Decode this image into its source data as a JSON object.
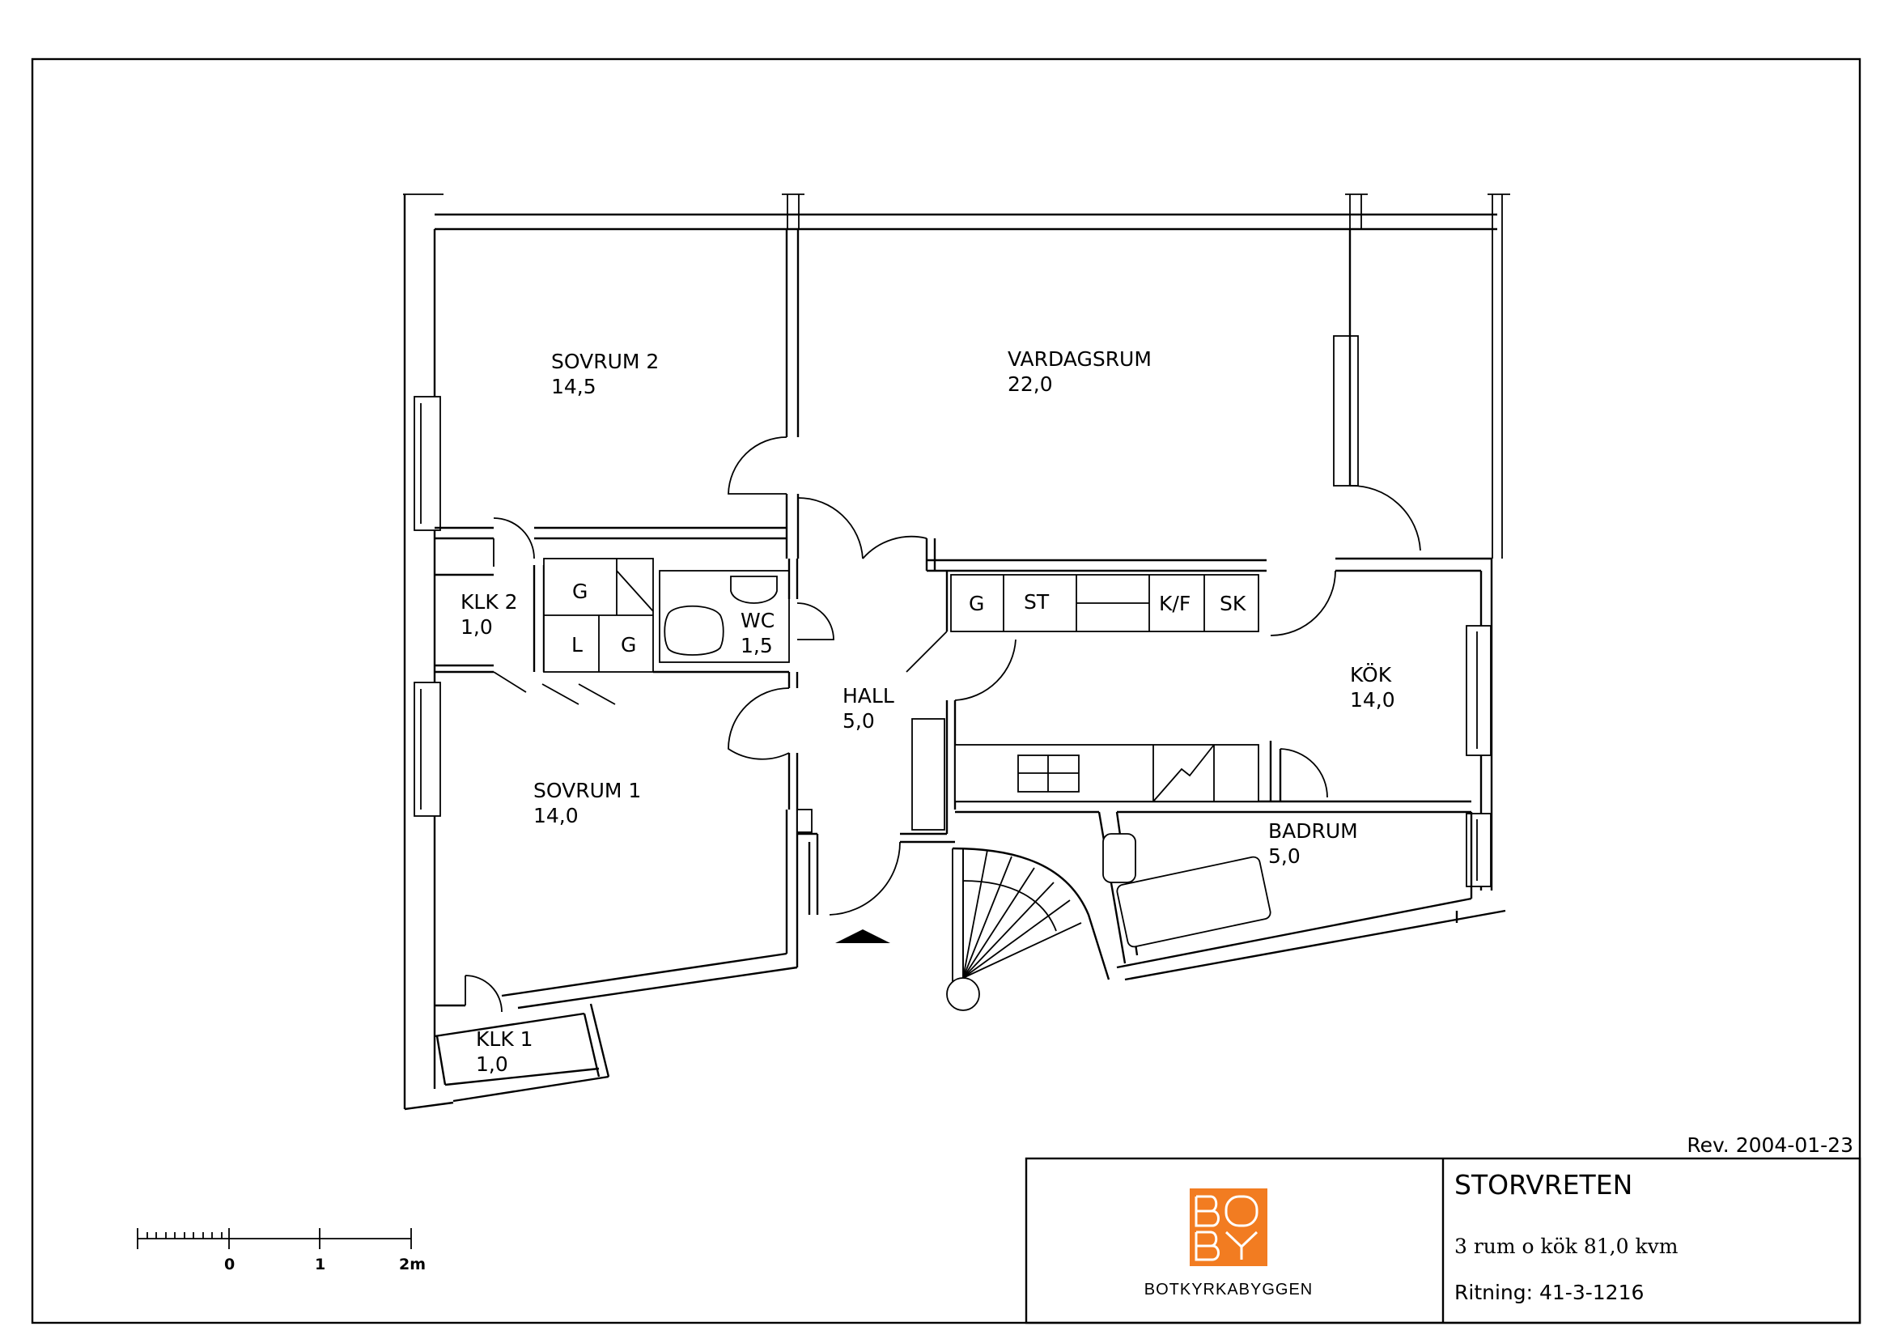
{
  "rooms": {
    "sovrum2": {
      "name": "SOVRUM 2",
      "area": "14,5"
    },
    "vardagsrum": {
      "name": "VARDAGSRUM",
      "area": "22,0"
    },
    "klk2": {
      "name": "KLK 2",
      "area": "1,0"
    },
    "wc": {
      "name": "WC",
      "area": "1,5"
    },
    "hall": {
      "name": "HALL",
      "area": "5,0"
    },
    "kok": {
      "name": "KÖK",
      "area": "14,0"
    },
    "sovrum1": {
      "name": "SOVRUM 1",
      "area": "14,0"
    },
    "badrum": {
      "name": "BADRUM",
      "area": "5,0"
    },
    "klk1": {
      "name": "KLK 1",
      "area": "1,0"
    }
  },
  "fixtures": {
    "closet_g_top": "G",
    "closet_l": "L",
    "closet_g_bottom": "G",
    "kitchen_g": "G",
    "kitchen_st": "ST",
    "kitchen_kf": "K/F",
    "kitchen_sk": "SK"
  },
  "scale_bar": {
    "labels": [
      "0",
      "1",
      "2m"
    ]
  },
  "revision": "Rev. 2004-01-23",
  "title_block": {
    "project": "STORVRETEN",
    "description": "3 rum o kök 81,0 kvm",
    "drawing": "Ritning: 41-3-1216",
    "company": "BOTKYRKABYGGEN",
    "logo_letters": [
      "BO",
      "BY"
    ],
    "logo_color": "#F27C21"
  }
}
